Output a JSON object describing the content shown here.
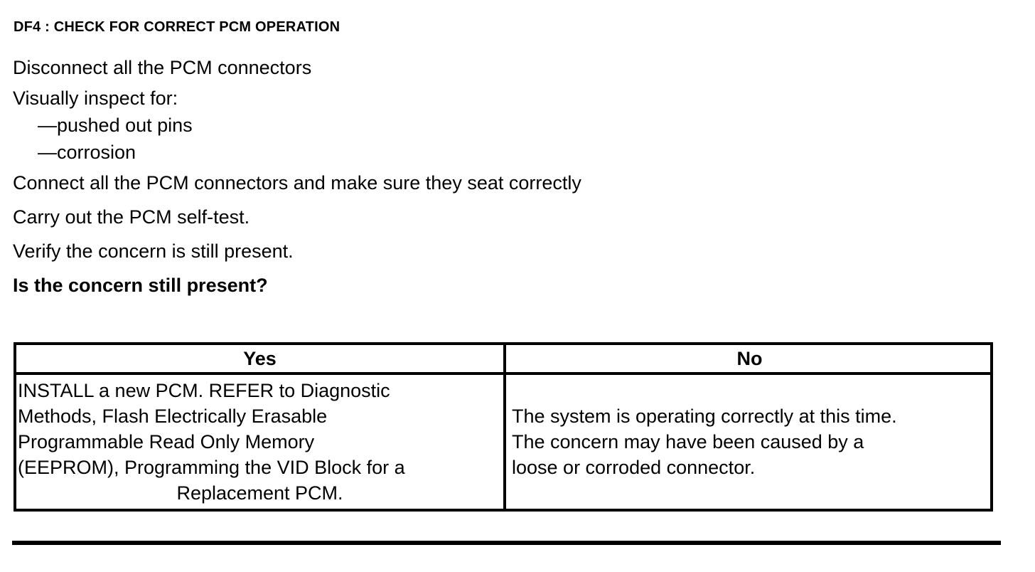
{
  "document": {
    "step_title": "DF4 : CHECK FOR CORRECT PCM OPERATION",
    "instructions": [
      {
        "text": "Disconnect all the PCM connectors",
        "style": "normal",
        "indent": false
      },
      {
        "text": "Visually inspect for:",
        "style": "normal",
        "indent": false
      },
      {
        "text": "—pushed out pins",
        "style": "normal",
        "indent": true
      },
      {
        "text": "—corrosion",
        "style": "normal",
        "indent": true
      },
      {
        "text": "Connect all the PCM connectors and make sure they seat correctly",
        "style": "normal",
        "indent": false
      },
      {
        "text": "Carry out the PCM self-test.",
        "style": "normal",
        "indent": false
      },
      {
        "text": "Verify the concern is still present.",
        "style": "normal",
        "indent": false
      },
      {
        "text": "Is the concern still present?",
        "style": "bold",
        "indent": false
      }
    ],
    "decision_table": {
      "headers": {
        "yes": "Yes",
        "no": "No"
      },
      "yes_cell": {
        "lines": [
          "INSTALL a new PCM. REFER to Diagnostic",
          "Methods, Flash Electrically Erasable",
          "Programmable Read Only Memory",
          "(EEPROM), Programming the VID Block for a",
          "Replacement PCM."
        ],
        "last_line_centered": true
      },
      "no_cell": {
        "lines": [
          "The system is operating correctly at this time.",
          "The concern may have been caused by a",
          "loose or corroded connector."
        ]
      }
    },
    "colors": {
      "text": "#000000",
      "background": "#ffffff",
      "border": "#000000"
    }
  }
}
